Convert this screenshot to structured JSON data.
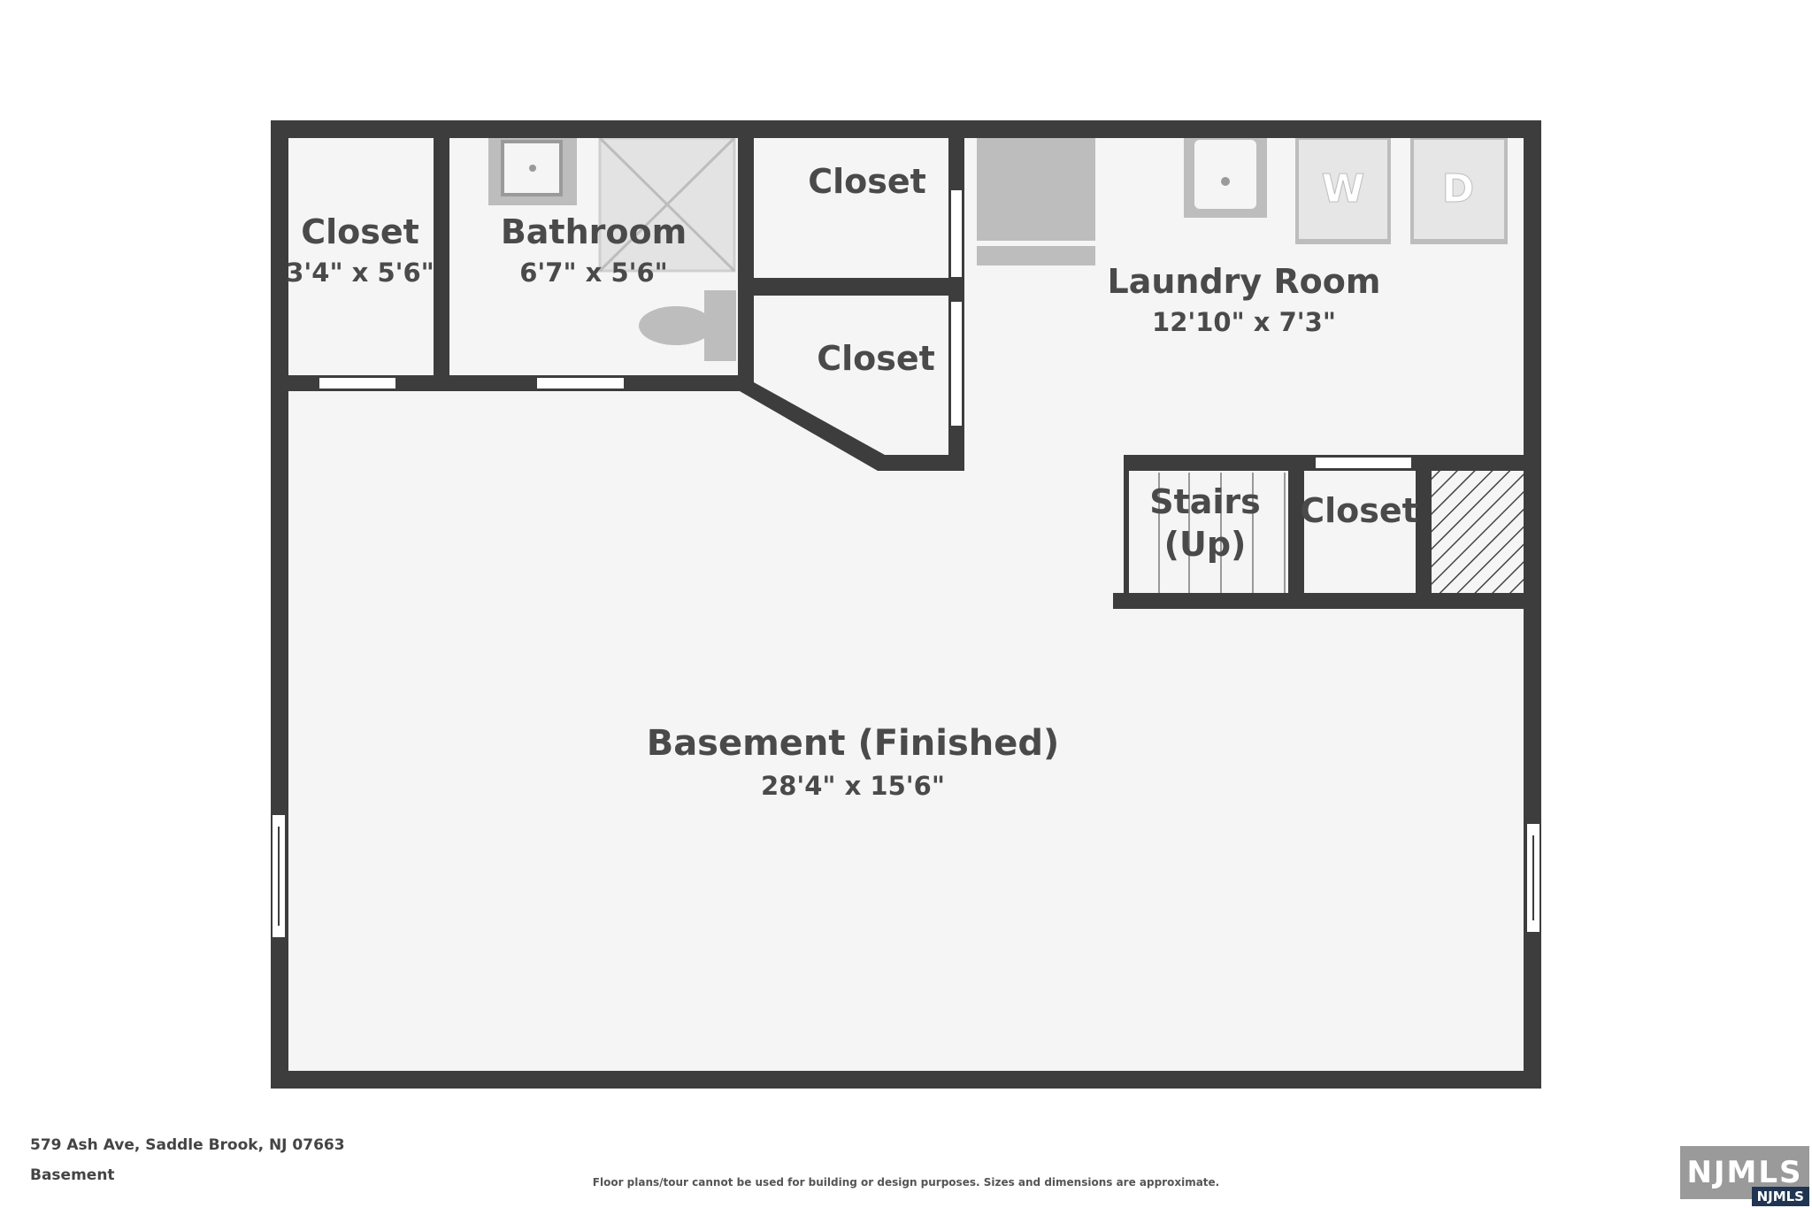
{
  "rooms": {
    "closet_left": {
      "name": "Closet",
      "dims": "3'4\" x 5'6\""
    },
    "bathroom": {
      "name": "Bathroom",
      "dims": "6'7\" x 5'6\""
    },
    "closet_top": {
      "name": "Closet"
    },
    "closet_angled": {
      "name": "Closet"
    },
    "laundry": {
      "name": "Laundry Room",
      "dims": "12'10\" x 7'3\""
    },
    "stairs": {
      "name_line1": "Stairs",
      "name_line2": "(Up)"
    },
    "closet_small": {
      "name": "Closet"
    },
    "basement": {
      "name": "Basement (Finished)",
      "dims": "28'4\" x 15'6\""
    }
  },
  "appliances": {
    "washer": "W",
    "dryer": "D"
  },
  "footer": {
    "address": "579 Ash Ave, Saddle Brook, NJ 07663",
    "level": "Basement",
    "disclaimer": "Floor plans/tour cannot be used for building or design purposes. Sizes and dimensions are approximate."
  },
  "logo": {
    "main": "NJMLS",
    "tag": "NJMLS"
  },
  "colors": {
    "wall": "#3d3d3d",
    "floor": "#f5f5f5",
    "fixture": "#bdbdbd",
    "text": "#4a4a4a"
  }
}
